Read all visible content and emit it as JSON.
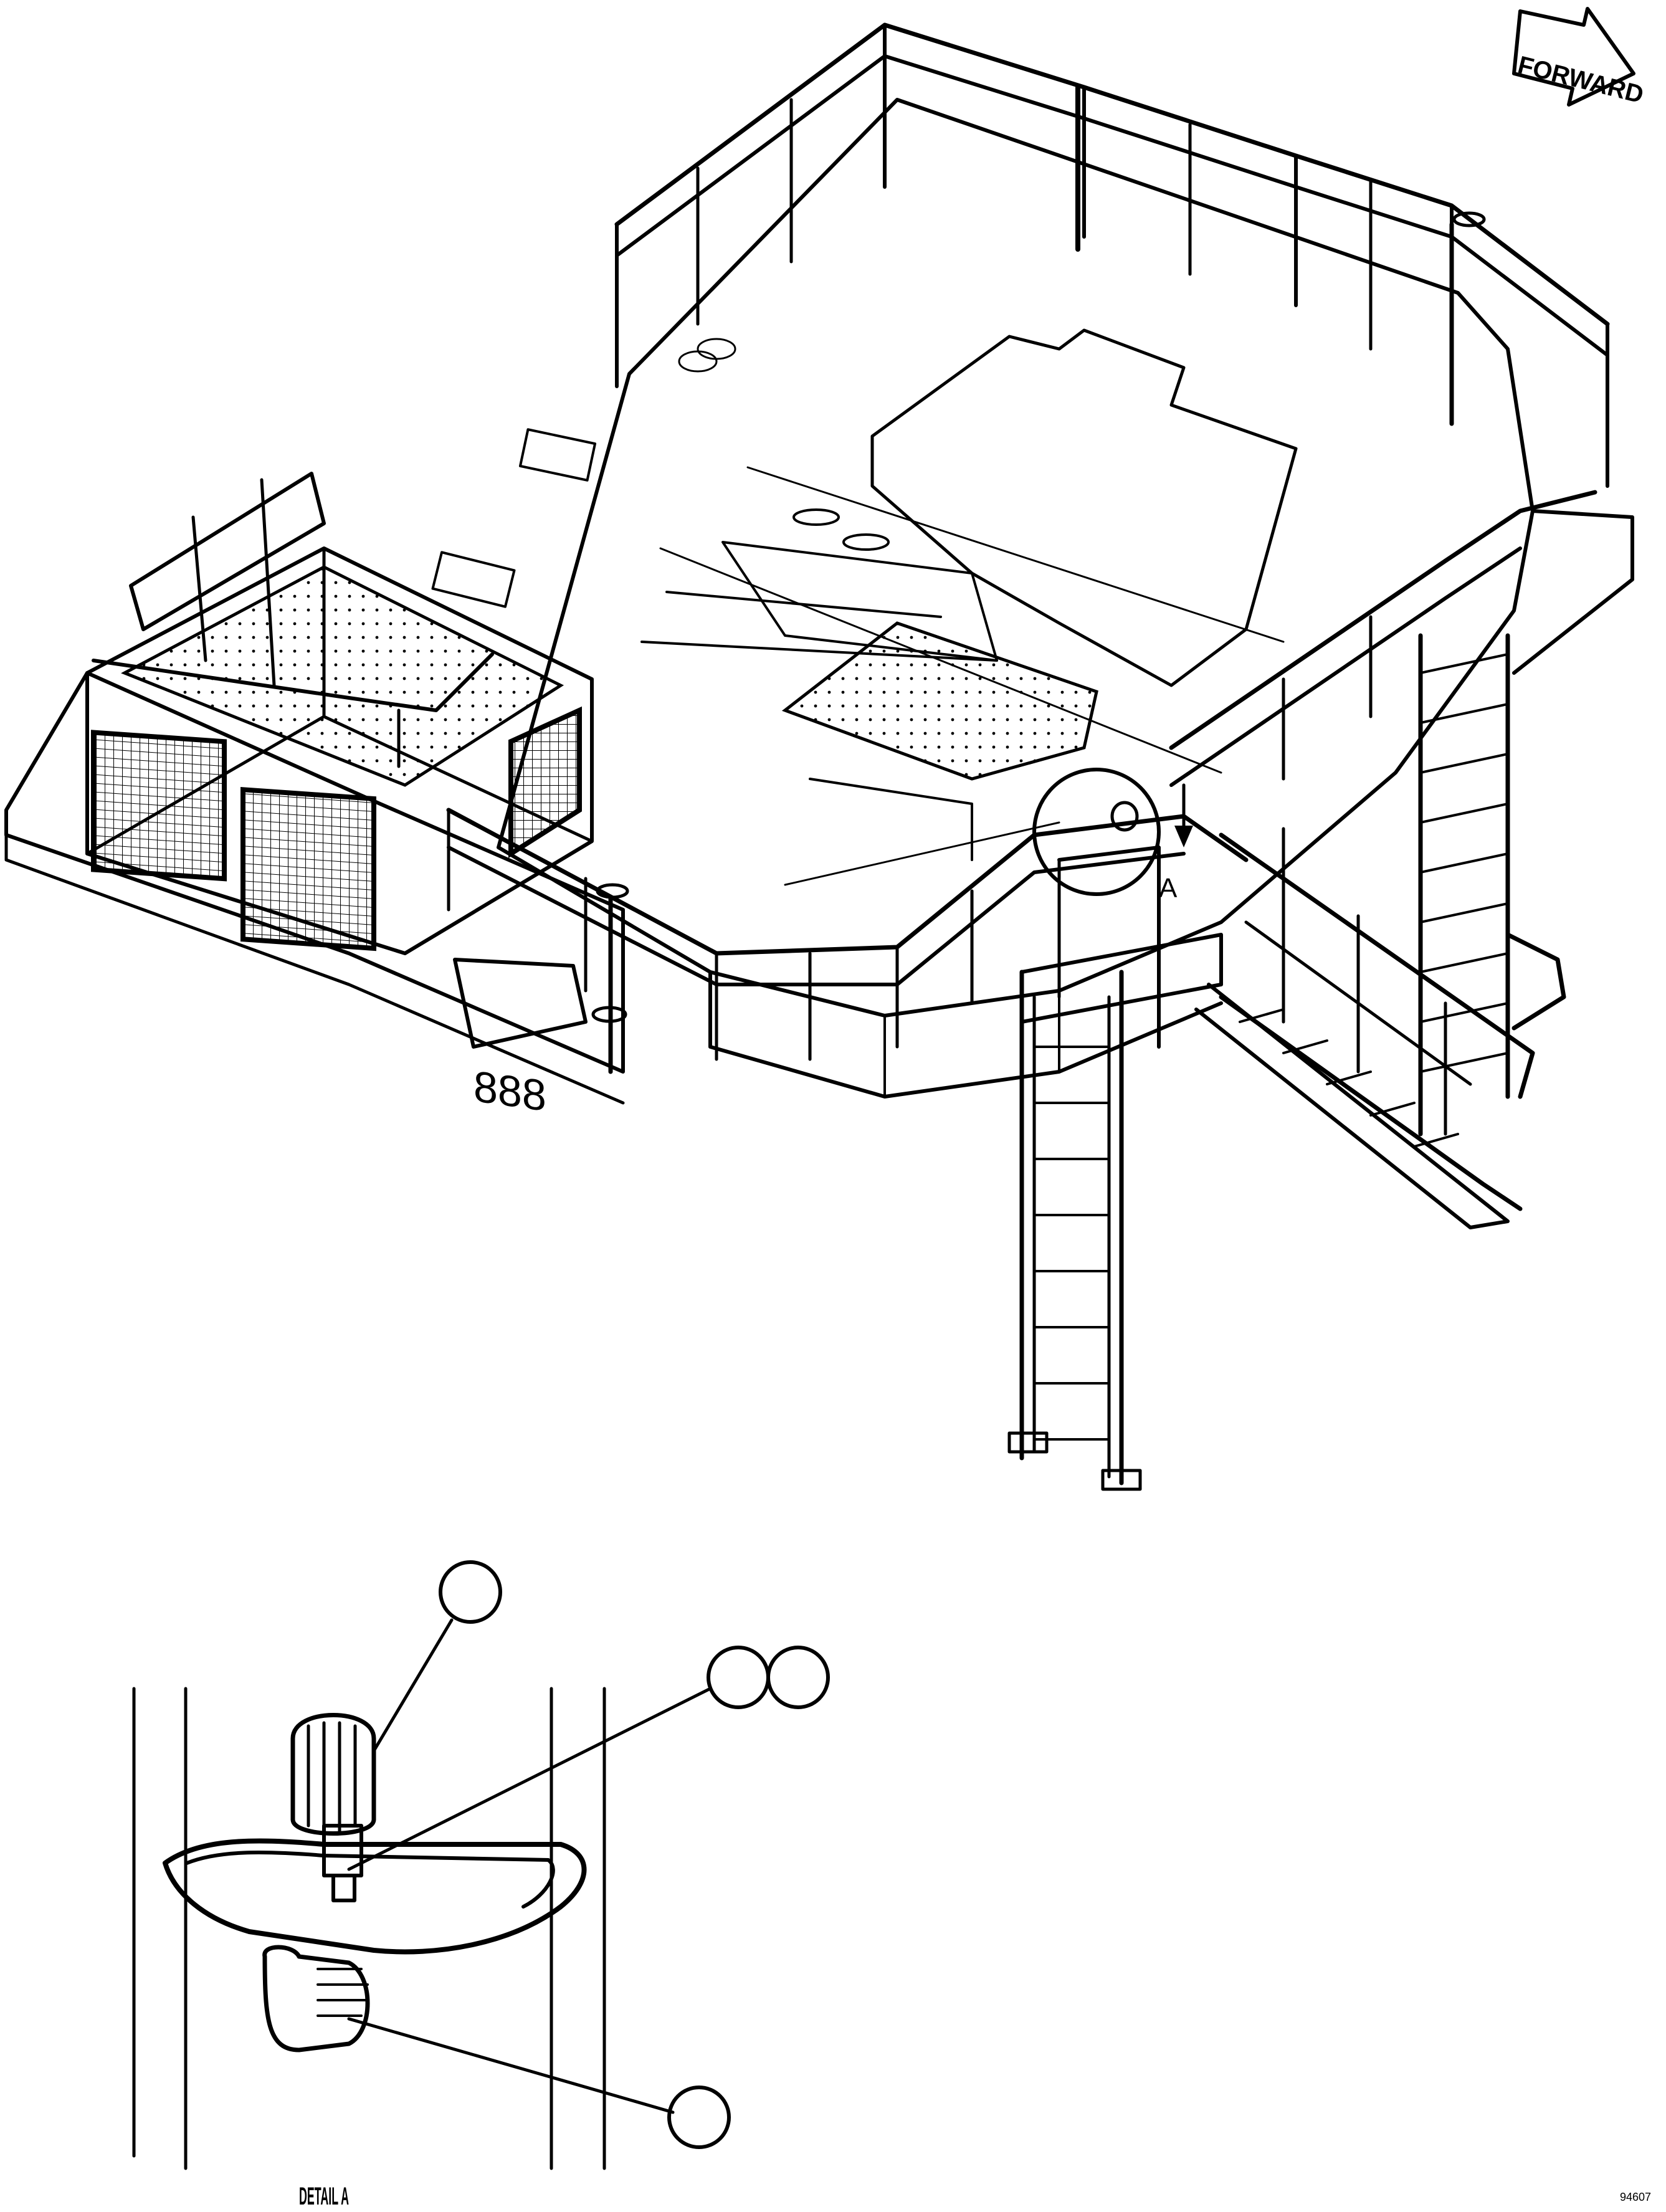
{
  "drawing": {
    "direction_label": "FORWARD",
    "detail_callout": "A",
    "detail_caption": "DETAIL A",
    "drawing_number": "94607"
  },
  "callouts": [
    {
      "id": "balloon-1",
      "text": ""
    },
    {
      "id": "balloon-2",
      "text": ""
    },
    {
      "id": "balloon-3",
      "text": ""
    },
    {
      "id": "balloon-4",
      "text": ""
    }
  ],
  "colors": {
    "line": "#000000",
    "background": "#ffffff",
    "mesh": "#444444"
  }
}
